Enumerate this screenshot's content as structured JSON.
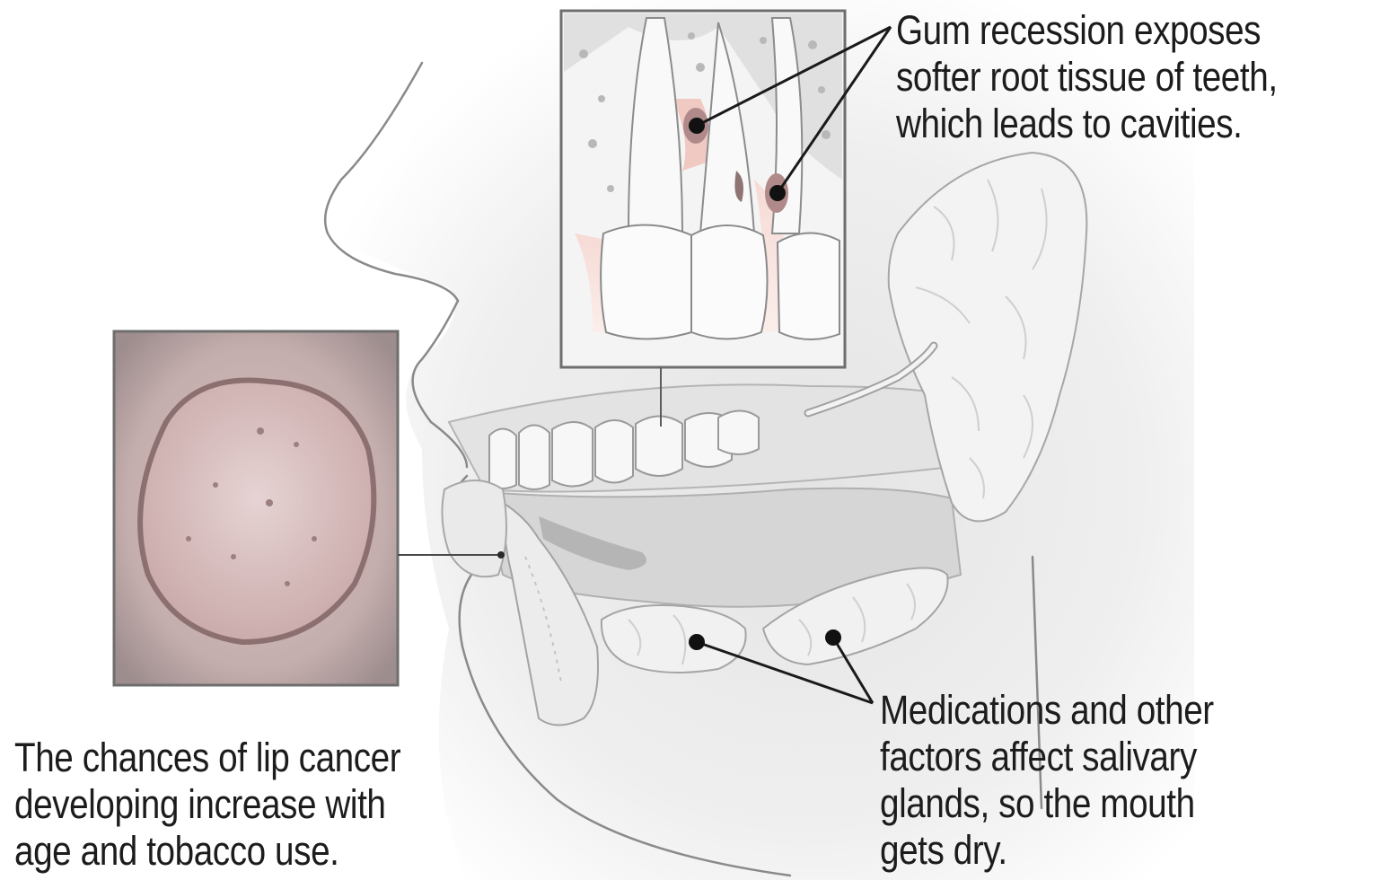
{
  "callouts": {
    "gum_recession": {
      "lines": [
        "Gum recession exposes",
        "softer root tissue of teeth,",
        "which leads to cavities."
      ]
    },
    "lip_cancer": {
      "lines": [
        "The chances of lip cancer",
        "developing increase with",
        "age and tobacco use."
      ]
    },
    "salivary_glands": {
      "lines": [
        "Medications and other",
        "factors affect salivary",
        "glands, so the mouth",
        "gets dry."
      ]
    }
  },
  "colors": {
    "text": "#1c1c1c",
    "tissue": "#dedede",
    "gland": "#f0f0f0",
    "gum": "#f2cfc9",
    "lesion": "#c9a8a8"
  }
}
